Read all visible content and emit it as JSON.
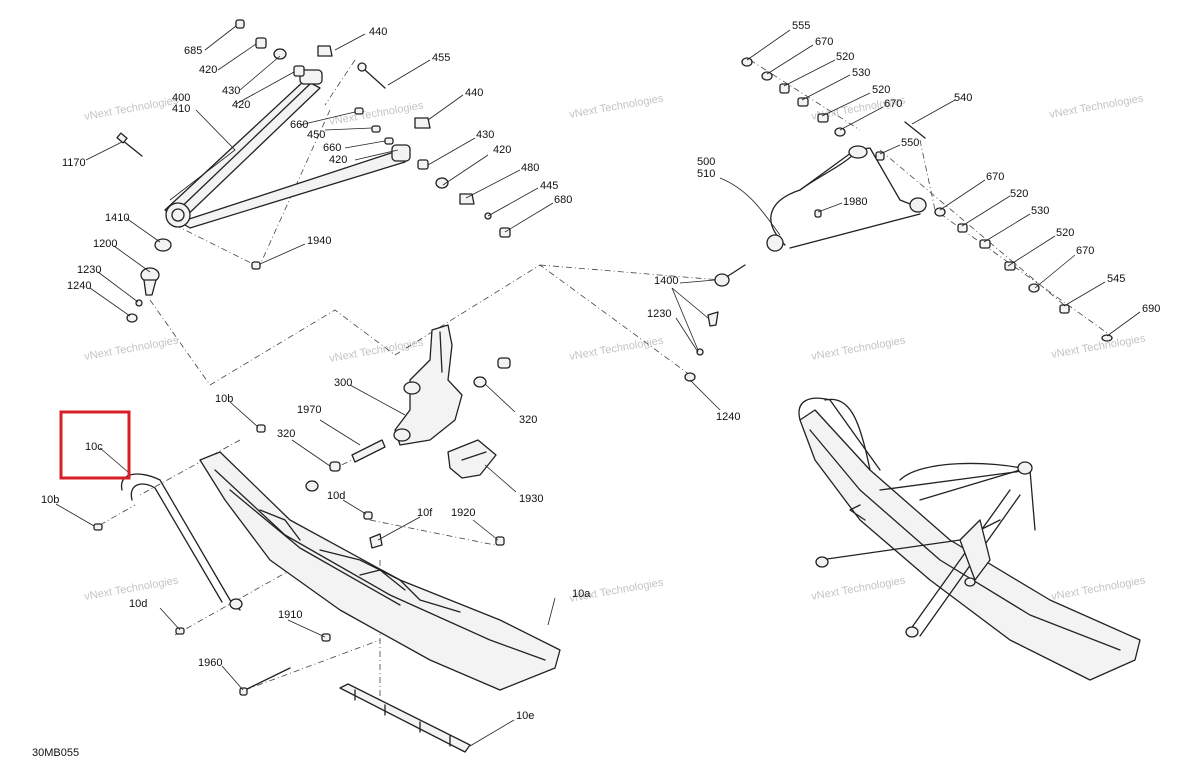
{
  "reference_code": "30MB055",
  "watermark": {
    "line1": "vNext Technologies",
    "line2": "Technologies",
    "line3": "vNext"
  },
  "highlight": {
    "label": "10c",
    "color": "#d81f26"
  },
  "callouts": {
    "c685": "685",
    "c440a": "440",
    "c420a": "420",
    "c430a": "430",
    "c455": "455",
    "c420b": "420",
    "c400": "400",
    "c410": "410",
    "c440b": "440",
    "c660a": "660",
    "c450": "450",
    "c660b": "660",
    "c430b": "430",
    "c420c": "420",
    "c420d": "420",
    "c480": "480",
    "c1170": "1170",
    "c445": "445",
    "c680": "680",
    "c1410": "1410",
    "c1200": "1200",
    "c1940": "1940",
    "c1230a": "1230",
    "c1240a": "1240",
    "c555": "555",
    "c670a": "670",
    "c520a": "520",
    "c530a": "530",
    "c520b": "520",
    "c670b": "670",
    "c540": "540",
    "c550": "550",
    "c500": "500",
    "c510": "510",
    "c1980": "1980",
    "c670c": "670",
    "c520c": "520",
    "c530b": "530",
    "c520d": "520",
    "c670d": "670",
    "c545": "545",
    "c690": "690",
    "c1400": "1400",
    "c1230b": "1230",
    "c1240b": "1240",
    "c300": "300",
    "c320a": "320",
    "c1970": "1970",
    "c320b": "320",
    "c1930": "1930",
    "c10b_a": "10b",
    "c10c": "10c",
    "c10b_b": "10b",
    "c10d": "10d",
    "c10f": "10f",
    "c1920": "1920",
    "c10a": "10a",
    "c10d_b": "10d",
    "c1910": "1910",
    "c1960": "1960",
    "c10e": "10e"
  }
}
